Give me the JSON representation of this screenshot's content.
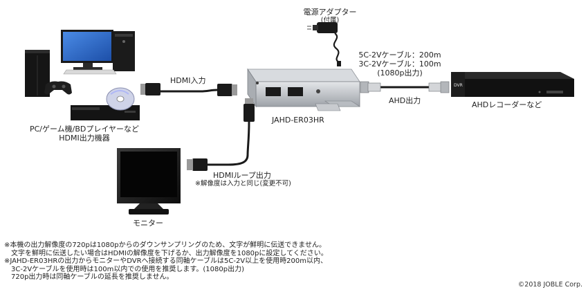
{
  "labels": {
    "power_adapter_title": "電源アダプター",
    "power_adapter_note": "(付属)",
    "cable_5c": "5C-2Vケーブル：200m",
    "cable_3c": "3C-2Vケーブル：100m",
    "cable_1080p": "(1080p出力)",
    "hdmi_in": "HDMI入力",
    "ahd_out": "AHD出力",
    "ahd_recorder": "AHDレコーダーなど",
    "device_model": "JAHD-ER03HR",
    "source_devices_line1": "PC/ゲーム機/BDプレイヤーなど",
    "source_devices_line2": "HDMI出力機器",
    "hdmi_loop_out": "HDMIループ出力",
    "hdmi_loop_note": "※解像度は入力と同じ(変更不可)",
    "monitor": "モニター",
    "dvr_badge": "DVR"
  },
  "notes": [
    "※本機の出力解像度の720pは1080pからのダウンサンプリングのため、文字が鮮明に伝送できません。",
    "　文字を鮮明に伝送したい場合はHDMIの解像度を下げるか、出力解像度を1080pに設定してください。",
    "※JAHD-ER03HRの出力からモニターやDVRへ接続する同軸ケーブルは5C-2V以上を使用時200m以内、",
    "　3C-2Vケーブルを使用時は100m以内での使用を推奨します。(1080p出力)",
    "　720p出力時は同軸ケーブルの延長を推奨しません。"
  ],
  "copyright": "©2018 JOBLE Corp.",
  "colors": {
    "device_metal": "#c9ccd0",
    "device_dark": "#6c7075",
    "cable": "#1a1a1a",
    "screen_blue": "#2f6fd0",
    "dvr_black": "#111111"
  }
}
